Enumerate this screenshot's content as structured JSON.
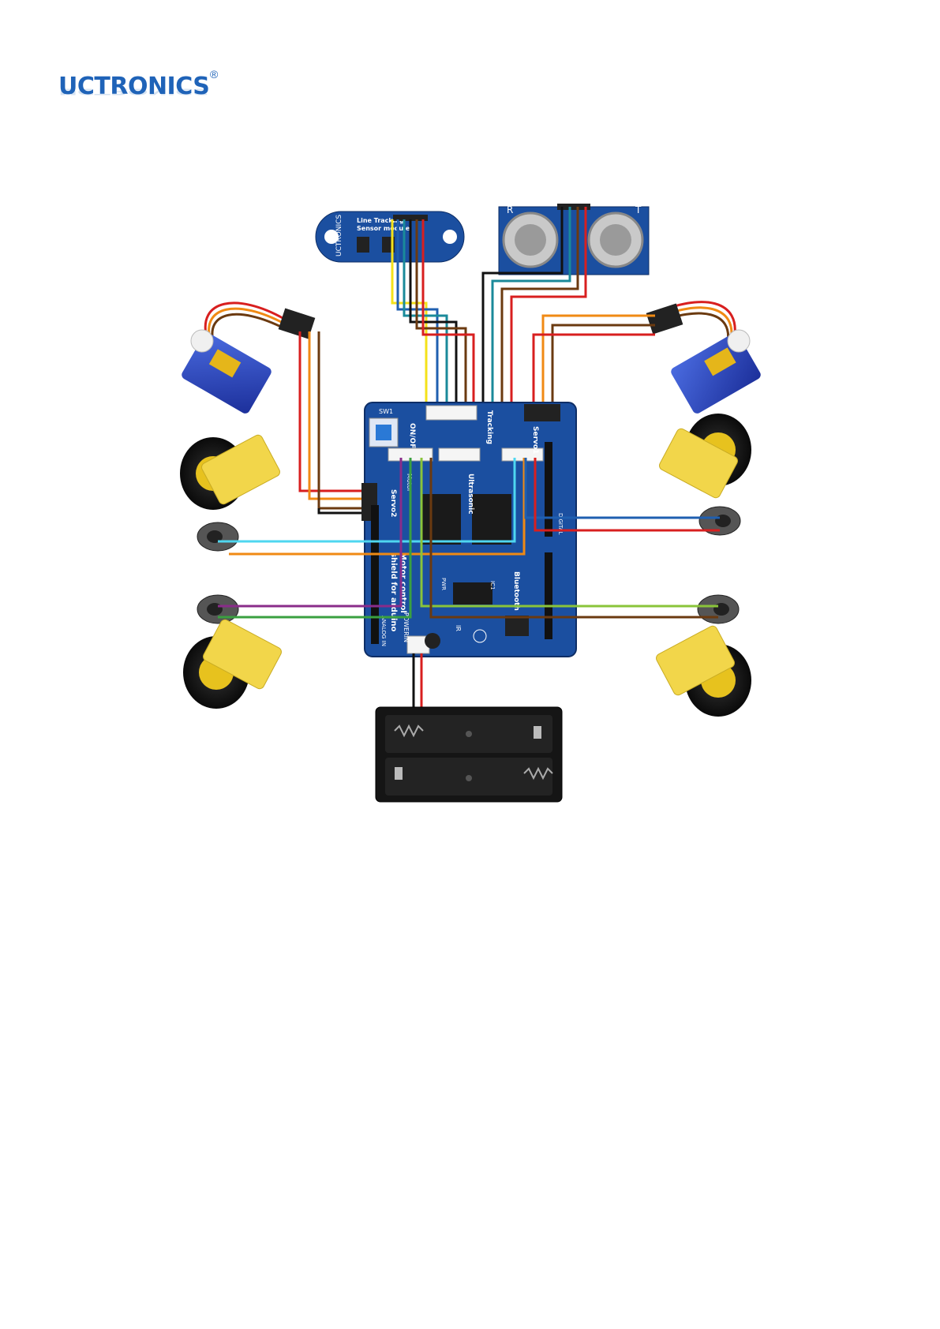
{
  "brand": {
    "name": "UCTRONICS",
    "registered_mark": "®"
  },
  "line_sensor": {
    "title_line1": "Line Tracking",
    "title_line2": "Sensor module",
    "brand": "UCTRONICS"
  },
  "ultrasonic": {
    "left_mark": "R",
    "right_mark": "T"
  },
  "board": {
    "sw_label": "SW1",
    "onoff_label": "ON/OFF",
    "tracking_label": "Tracking",
    "ultrasonic_label": "Ultrasonic",
    "servo_label": "Servo1",
    "servo2_label": "Servo2",
    "motor_label": "Motor",
    "bluetooth_label": "Bluetooth",
    "shield_line1": "Motor control",
    "shield_line2": "shield for arduino",
    "power_label": "POWERIN",
    "ic_label": "IC1",
    "pwr_label": "PWR",
    "digital_label": "DIGITAL",
    "analog_label": "ANALOG IN",
    "ir_label": "IR"
  },
  "colors": {
    "board_blue": "#1b4fa0",
    "wire_yellow": "#f4e21a",
    "wire_black": "#111111",
    "wire_brown": "#6b3a10",
    "wire_red": "#d81f1f",
    "wire_orange": "#f08a14",
    "wire_blue": "#1f5fb0",
    "wire_cyan": "#4fd7f0",
    "wire_teal": "#1a8a9a",
    "wire_purple": "#8a2c8a",
    "wire_green": "#3aa040",
    "motor_yellow": "#f2d64a"
  }
}
